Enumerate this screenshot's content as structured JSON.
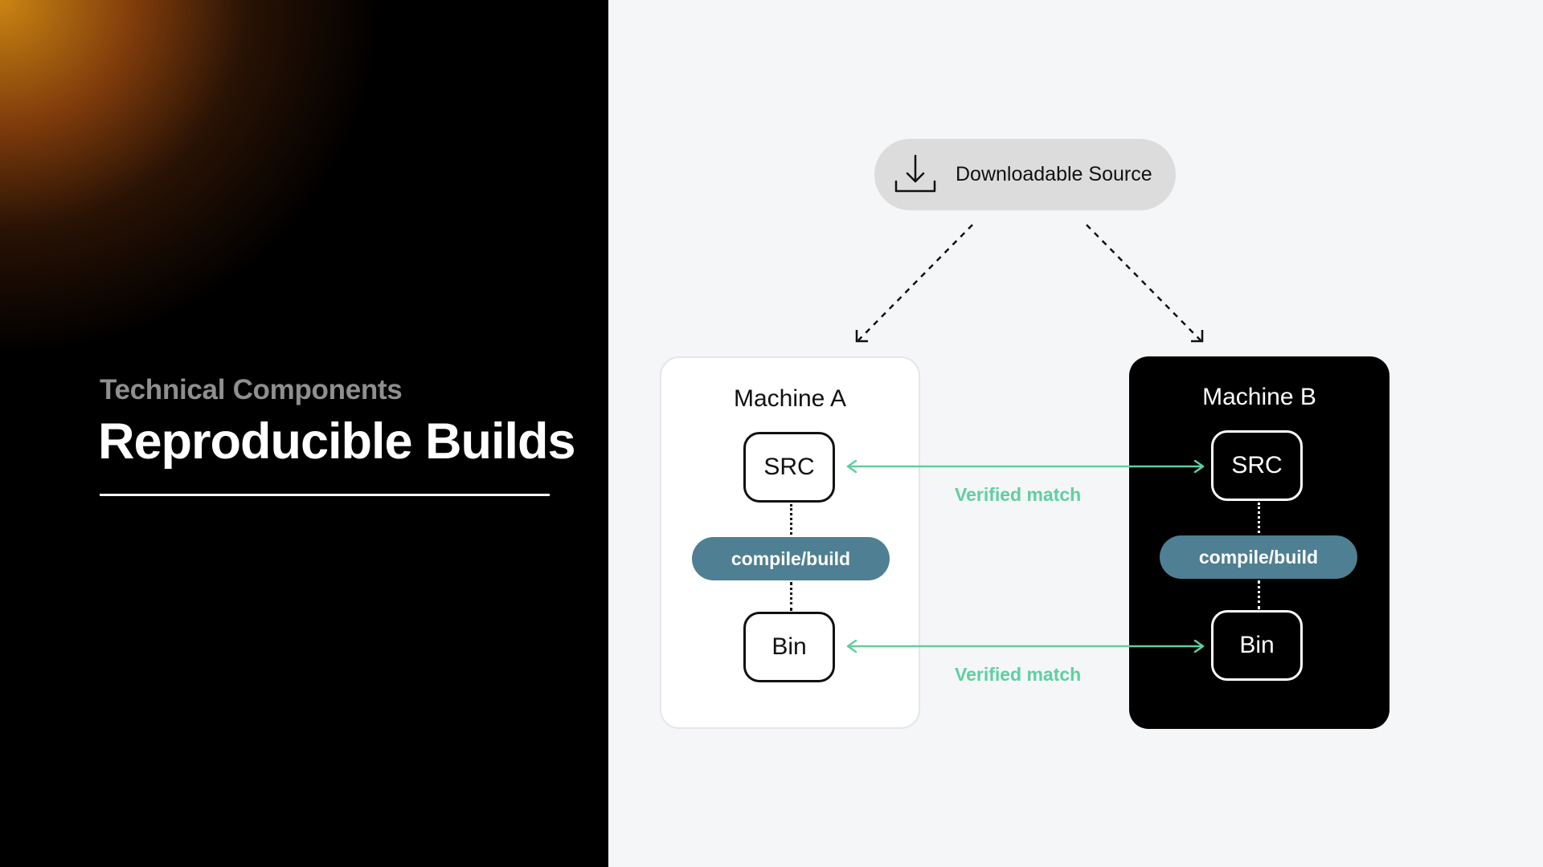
{
  "slide": {
    "subtitle": "Technical Components",
    "title": "Reproducible Builds"
  },
  "source": {
    "label": "Downloadable Source",
    "icon": "download-icon"
  },
  "machines": [
    {
      "title": "Machine A",
      "src_label": "SRC",
      "build_label": "compile/build",
      "bin_label": "Bin",
      "theme": "light"
    },
    {
      "title": "Machine B",
      "src_label": "SRC",
      "build_label": "compile/build",
      "bin_label": "Bin",
      "theme": "dark"
    }
  ],
  "matches": [
    {
      "label": "Verified match"
    },
    {
      "label": "Verified match"
    }
  ],
  "colors": {
    "accent_green": "#5fcf9f",
    "build_pill": "#4f7f92",
    "gradient_orange": "#d68c14"
  }
}
